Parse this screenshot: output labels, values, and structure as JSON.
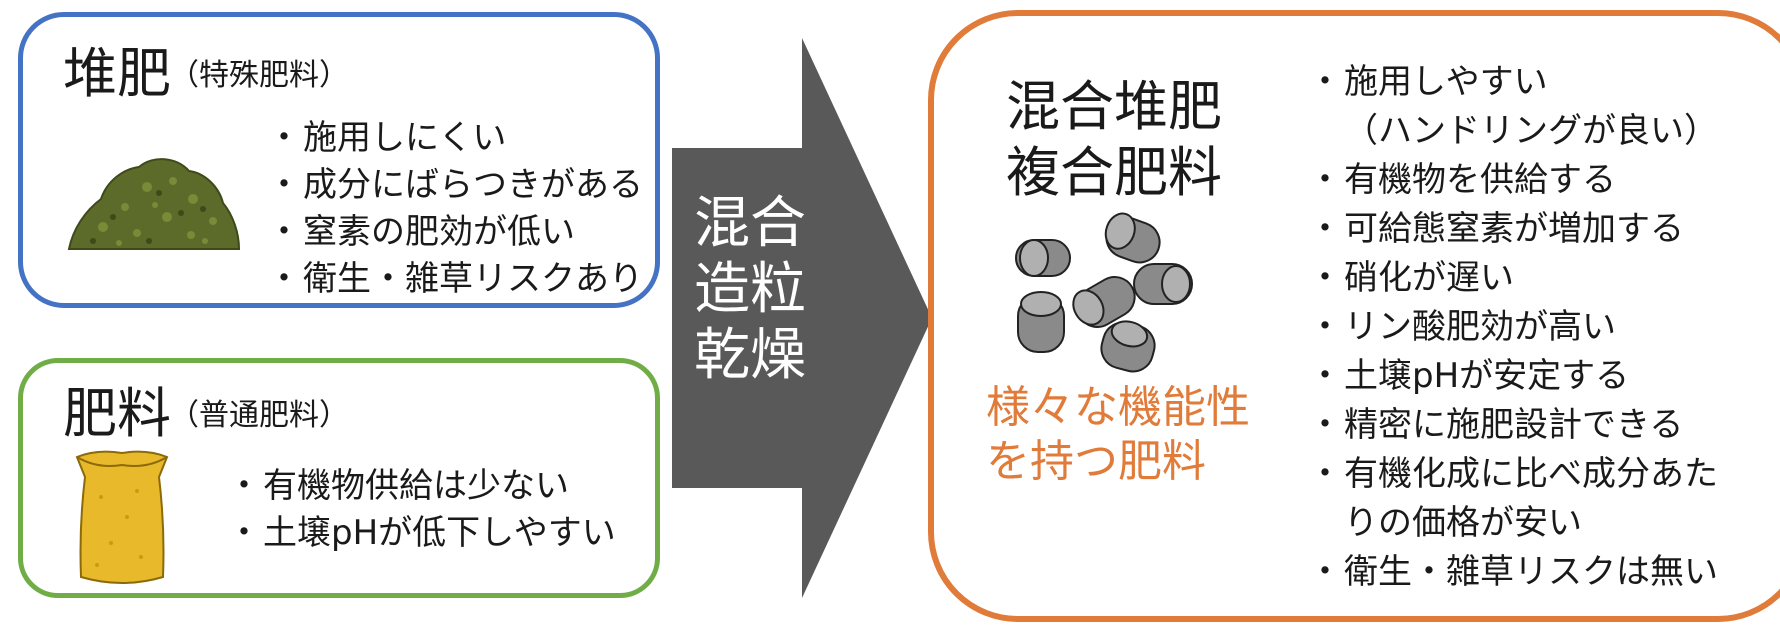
{
  "compost": {
    "title": "堆肥",
    "subtitle": "（特殊肥料）",
    "items": [
      "施用しにくい",
      "成分にばらつきがある",
      "窒素の肥効が低い",
      "衛生・雑草リスクあり"
    ],
    "icon": "compost-pile-icon",
    "border_color": "#4472c4"
  },
  "fertilizer": {
    "title": "肥料",
    "subtitle": "（普通肥料）",
    "items": [
      "有機物供給は少ない",
      "土壌pHが低下しやすい"
    ],
    "icon": "fertilizer-bag-icon",
    "border_color": "#70ad47"
  },
  "process": {
    "lines": [
      "混合",
      "造粒",
      "乾燥"
    ],
    "arrow_color": "#595959"
  },
  "result": {
    "title_lines": [
      "混合堆肥",
      "複合肥料"
    ],
    "tagline_lines": [
      "様々な機能性",
      "を持つ肥料"
    ],
    "icon": "pellets-icon",
    "border_color": "#e07b39",
    "items": [
      "施用しやすい",
      "（ハンドリングが良い）",
      "有機物を供給する",
      "可給態窒素が増加する",
      "硝化が遅い",
      "リン酸肥効が高い",
      "土壌pHが安定する",
      "精密に施肥設計できる",
      "有機化成に比べ成分あた",
      "りの価格が安い",
      "衛生・雑草リスクは無い"
    ]
  }
}
